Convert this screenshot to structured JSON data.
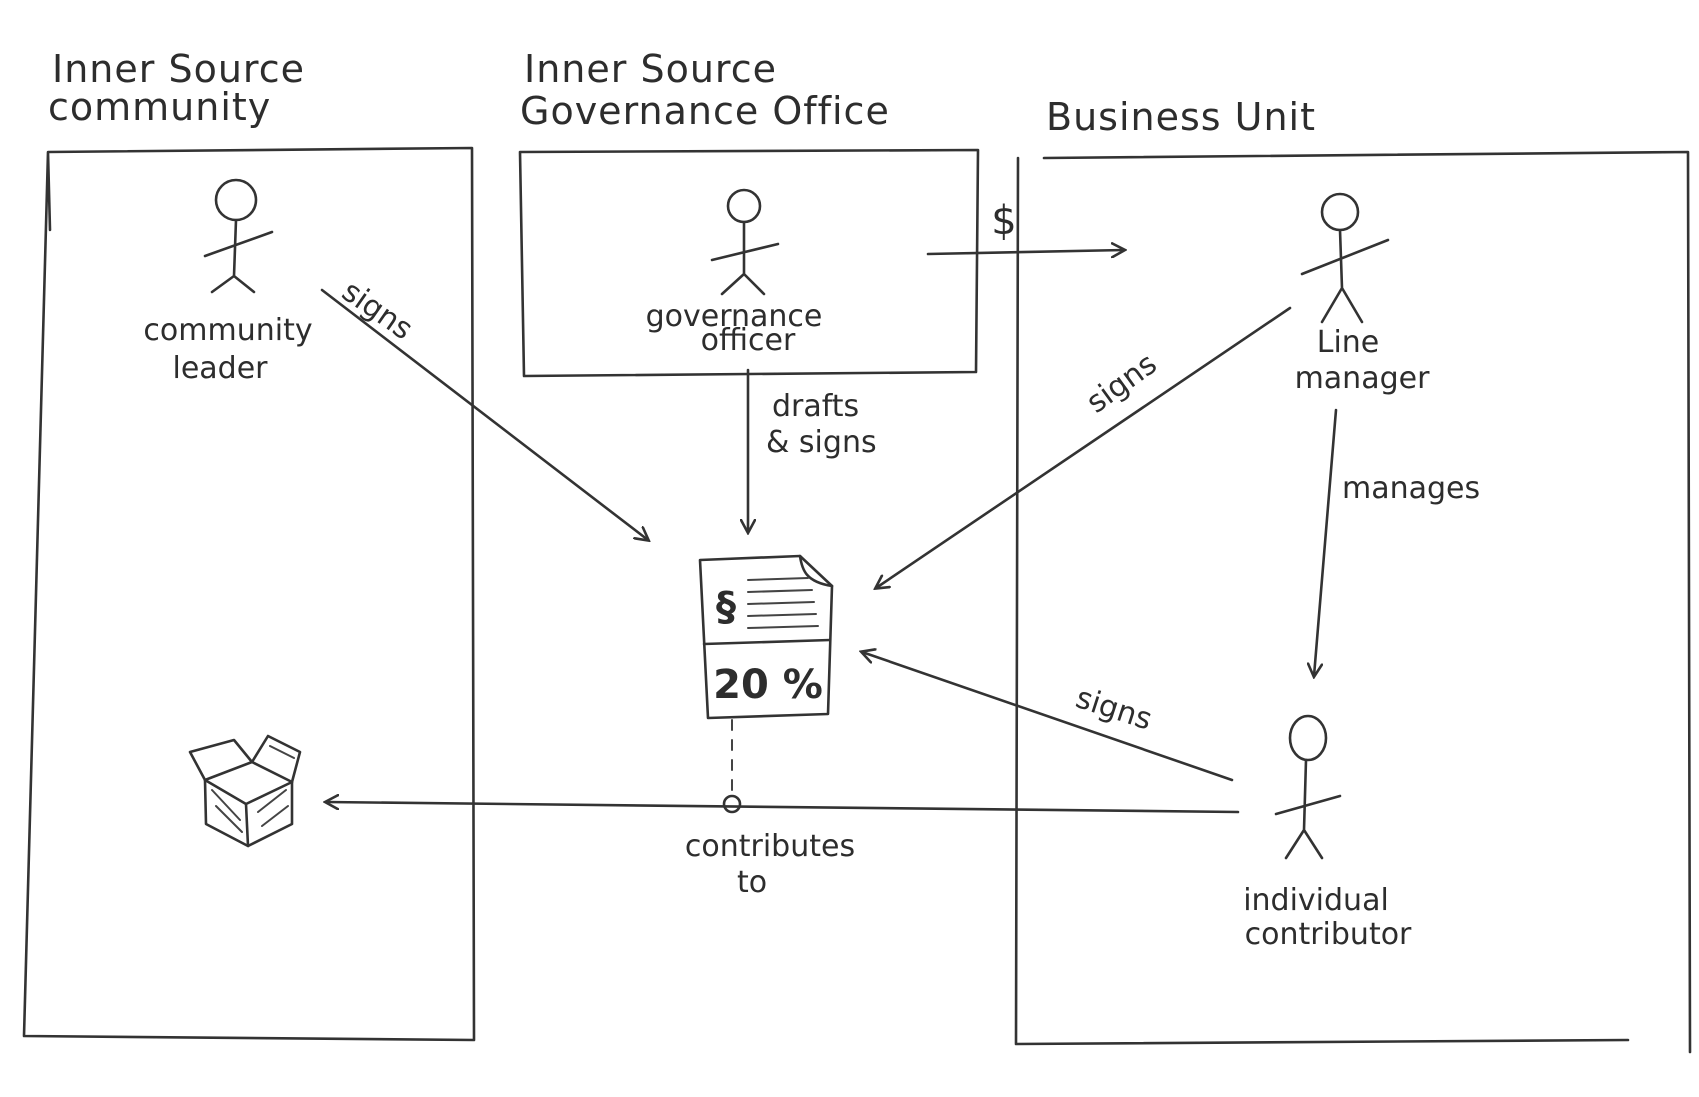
{
  "containers": {
    "community": {
      "title_line1": "Inner Source",
      "title_line2": "community"
    },
    "governance": {
      "title_line1": "Inner Source",
      "title_line2": "Governance Office"
    },
    "business": {
      "title": "Business Unit"
    }
  },
  "actors": {
    "community_leader": {
      "line1": "community",
      "line2": "leader"
    },
    "governance_officer": {
      "line1": "governance",
      "line2": "officer"
    },
    "line_manager": {
      "line1": "Line",
      "line2": "manager"
    },
    "individual_contributor": {
      "line1": "individual",
      "line2": "contributor"
    }
  },
  "edges": {
    "leader_signs": "signs",
    "officer_drafts_line1": "drafts",
    "officer_drafts_line2": "& signs",
    "manager_signs": "signs",
    "manages": "manages",
    "contributor_signs": "signs",
    "contributes_line1": "contributes",
    "contributes_line2": "to",
    "funding": "$"
  },
  "agreement": {
    "section_symbol": "§",
    "percentage": "20 %"
  },
  "icons": {
    "project": "open-box-icon",
    "agreement": "document-icon"
  },
  "colors": {
    "ink": "#2d2d2d",
    "background": "#ffffff"
  }
}
